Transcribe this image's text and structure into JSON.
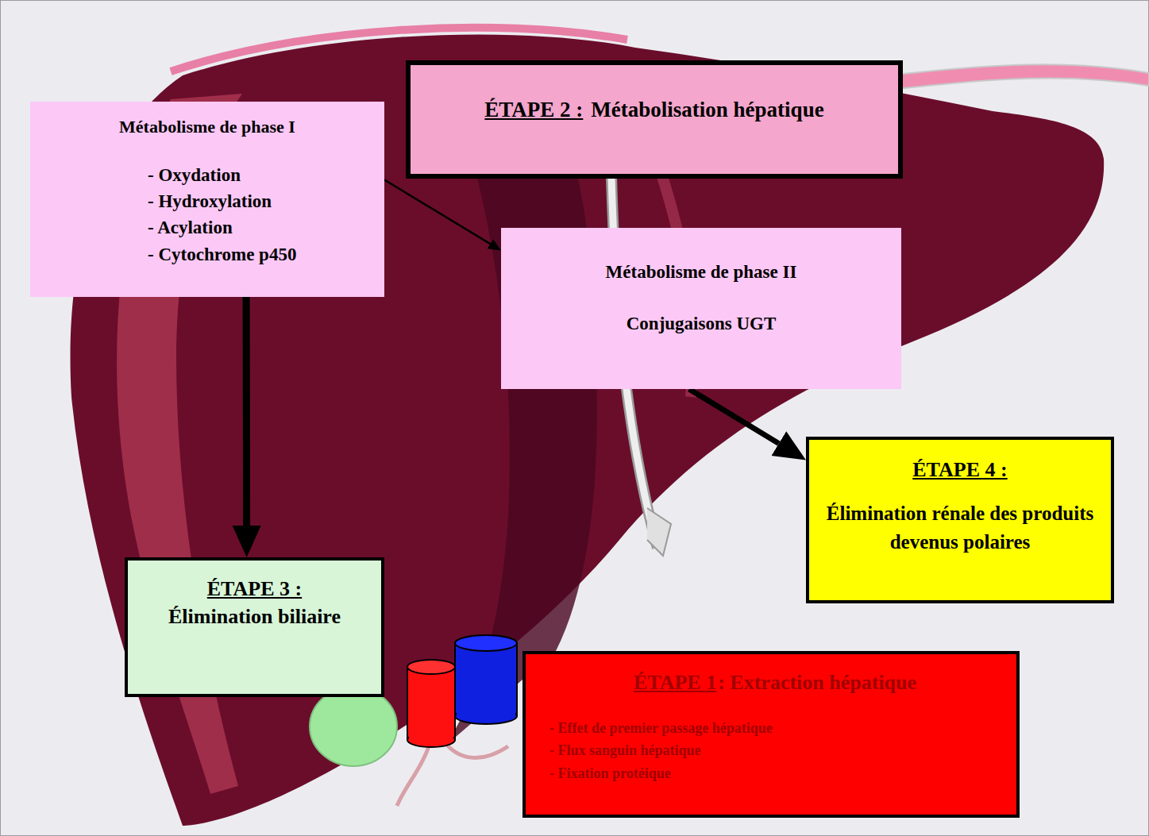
{
  "diagram": {
    "nodes": [
      {
        "text": [
          "ÉTAPE 2 :",
          "Métabolisation hépatique"
        ]
      },
      {
        "text": [
          "Métabolisme de phase I",
          "- Oxydation",
          "- Hydroxylation",
          "- Acylation",
          "- Cytochrome p450"
        ]
      },
      {
        "text": [
          "Métabolisme de phase II",
          "Conjugaisons UGT"
        ]
      },
      {
        "text": [
          "ÉTAPE 4 :",
          "Élimination rénale des produits devenus polaires"
        ]
      },
      {
        "text": [
          "ÉTAPE 3 :",
          "Élimination biliaire"
        ]
      },
      {
        "text": [
          "ÉTAPE 1",
          ": Extraction hépatique",
          "- Effet de premier passage hépatique",
          "- Flux sanguin hépatique",
          "- Fixation protéique"
        ]
      }
    ],
    "edges": [
      {
        "from": 1,
        "to": 2,
        "arrow": "to"
      },
      {
        "from": 1,
        "to": 4,
        "arrow": "to"
      },
      {
        "from": 2,
        "to": 3,
        "arrow": "to"
      }
    ]
  }
}
